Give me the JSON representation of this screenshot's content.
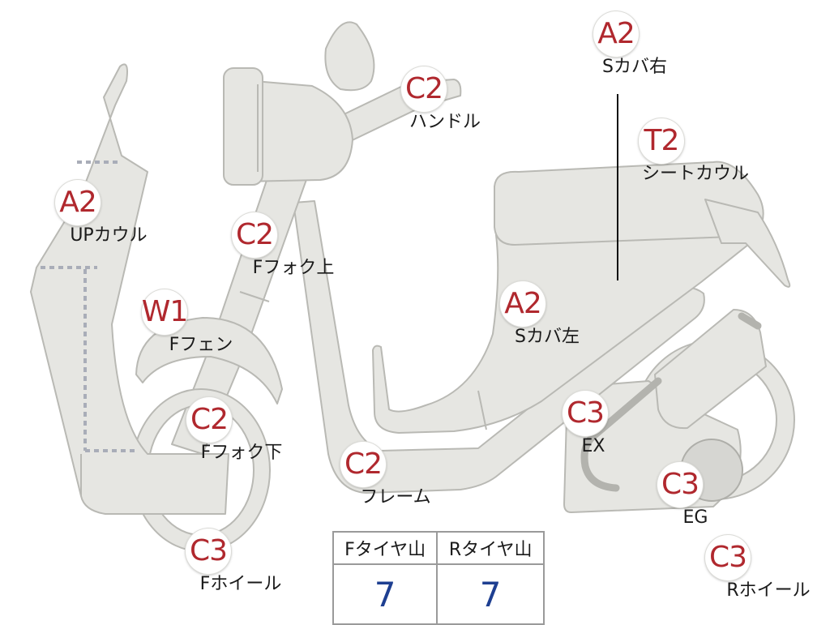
{
  "parts": [
    {
      "id": "up-cowl",
      "grade": "A2",
      "label": "UPカウル"
    },
    {
      "id": "f-fender",
      "grade": "W1",
      "label": "Fフェン"
    },
    {
      "id": "f-fork-upper",
      "grade": "C2",
      "label": "Fフォク上"
    },
    {
      "id": "handle",
      "grade": "C2",
      "label": "ハンドル"
    },
    {
      "id": "f-fork-lower",
      "grade": "C2",
      "label": "Fフォク下"
    },
    {
      "id": "f-wheel",
      "grade": "C3",
      "label": "Fホイール"
    },
    {
      "id": "frame",
      "grade": "C2",
      "label": "フレーム"
    },
    {
      "id": "s-cover-left",
      "grade": "A2",
      "label": "Sカバ左"
    },
    {
      "id": "s-cover-right",
      "grade": "A2",
      "label": "Sカバ右"
    },
    {
      "id": "seat-cowl",
      "grade": "T2",
      "label": "シートカウル"
    },
    {
      "id": "ex",
      "grade": "C3",
      "label": "EX"
    },
    {
      "id": "eg",
      "grade": "C3",
      "label": "EG"
    },
    {
      "id": "r-wheel",
      "grade": "C3",
      "label": "Rホイール"
    }
  ],
  "tire_tread": {
    "headers": [
      "Fタイヤ山",
      "Rタイヤ山"
    ],
    "values": [
      "7",
      "7"
    ]
  },
  "colors": {
    "grade_text": "#b0282e",
    "tire_value": "#1e3f91",
    "body_fill": "#e6e6e2"
  }
}
